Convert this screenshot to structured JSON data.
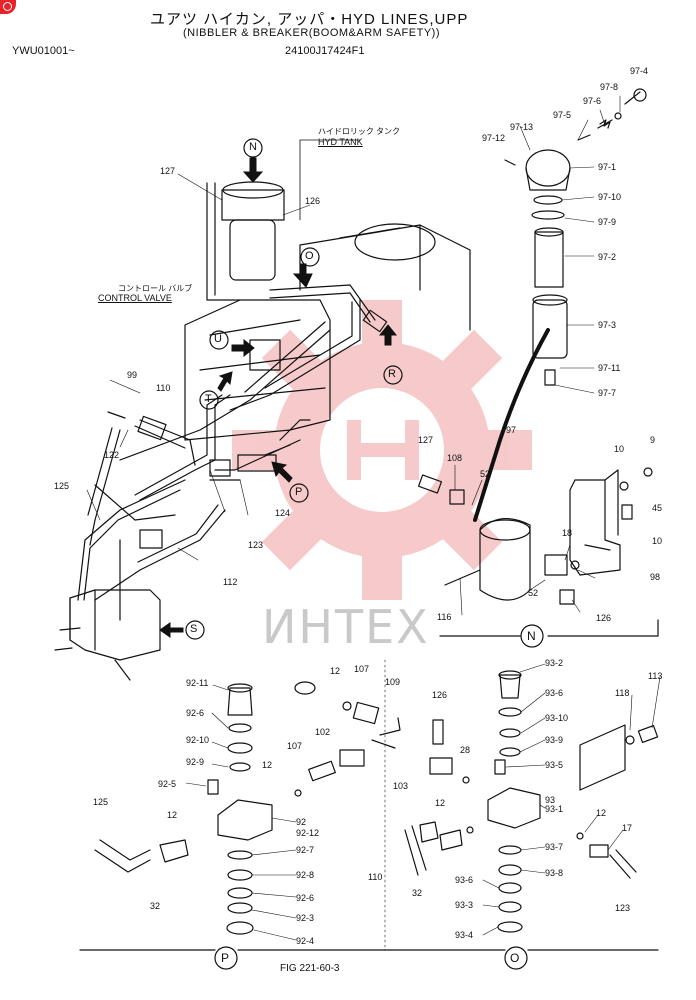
{
  "header": {
    "title": "ユアツ ハイカン, アッパ・HYD LINES,UPP",
    "subtitle": "(NIBBLER & BREAKER(BOOM&ARM SAFETY))",
    "code": "YWU01001~",
    "part_number": "24100J17424F1"
  },
  "watermark": "ИНТЕХ",
  "footer": {
    "figure": "FIG 221-60-3"
  },
  "annotations": {
    "hyd_tank_jp": "ハイドロリック タンク",
    "hyd_tank": "HYD TANK",
    "control_valve_jp": "コントロール バルブ",
    "control_valve": "CONTROL VALVE"
  },
  "view_markers": {
    "n": "N",
    "o": "O",
    "r": "R",
    "u": "U",
    "t": "T",
    "p": "P",
    "s": "S"
  },
  "sections": {
    "n": "N",
    "p": "P",
    "o": "O"
  },
  "labels": {
    "l97_4": "97-4",
    "l97_8": "97-8",
    "l97_6": "97-6",
    "l97_5": "97-5",
    "l97_13": "97-13",
    "l97_12": "97-12",
    "l97_1": "97-1",
    "l97_10": "97-10",
    "l97_9": "97-9",
    "l97_2": "97-2",
    "l97_3": "97-3",
    "l97_11": "97-11",
    "l97_7": "97-7",
    "l97": "97",
    "l127a": "127",
    "l126a": "126",
    "l99": "99",
    "l110a": "110",
    "l122": "122",
    "l125a": "125",
    "l124": "124",
    "l123": "123",
    "l112": "112",
    "l127b": "127",
    "l108": "108",
    "l52a": "52",
    "l10a": "10",
    "l9": "9",
    "l45": "45",
    "l10b": "10",
    "l18": "18",
    "l98": "98",
    "l52b": "52",
    "l116": "116",
    "l126b": "126",
    "l92_11": "92-11",
    "l92_6a": "92-6",
    "l92_10": "92-10",
    "l92_9": "92-9",
    "l92_5": "92-5",
    "l12a": "12",
    "l107a": "107",
    "l109": "109",
    "l102": "102",
    "l107b": "107",
    "l12b": "12",
    "l92": "92",
    "l92_12": "92-12",
    "l92_7": "92-7",
    "l92_8": "92-8",
    "l92_6b": "92-6",
    "l92_3": "92-3",
    "l92_4": "92-4",
    "l125b": "125",
    "l12c": "12",
    "l32a": "32",
    "l93_2": "93-2",
    "l93_6a": "93-6",
    "l93_10": "93-10",
    "l93_9": "93-9",
    "l93_5": "93-5",
    "l93": "93",
    "l93_1": "93-1",
    "l93_7": "93-7",
    "l93_8": "93-8",
    "l93_6b": "93-6",
    "l93_3": "93-3",
    "l93_4": "93-4",
    "l126c": "126",
    "l28": "28",
    "l103": "103",
    "l12d": "12",
    "l110b": "110",
    "l32b": "32",
    "l118": "118",
    "l113": "113",
    "l12e": "12",
    "l17": "17",
    "l123b": "123"
  }
}
